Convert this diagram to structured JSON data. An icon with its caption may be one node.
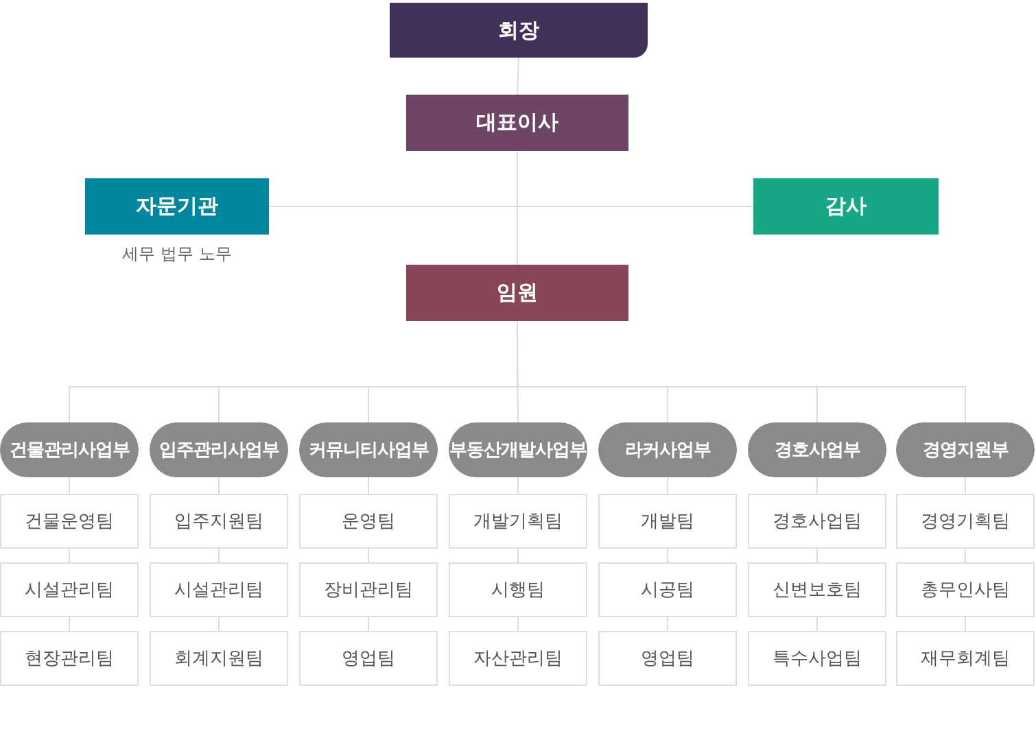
{
  "diagram": {
    "nodes": [
      {
        "text": [
          "회장"
        ]
      },
      {
        "text": [
          "대표이사"
        ]
      },
      {
        "text": [
          "자문기관"
        ],
        "beside": [
          "세무 법무 노무"
        ]
      },
      {
        "text": [
          "감사"
        ]
      },
      {
        "text": [
          "임원"
        ]
      },
      {
        "text": [
          "건물관리사업부"
        ]
      },
      {
        "text": [
          "입주관리사업부"
        ]
      },
      {
        "text": [
          "커뮤니티사업부"
        ]
      },
      {
        "text": [
          "부동산개발사업부"
        ]
      },
      {
        "text": [
          "라커사업부"
        ]
      },
      {
        "text": [
          "경호사업부"
        ]
      },
      {
        "text": [
          "경영지원부"
        ]
      },
      {
        "text": [
          "건물운영팀"
        ]
      },
      {
        "text": [
          "입주지원팀"
        ]
      },
      {
        "text": [
          "운영팀"
        ]
      },
      {
        "text": [
          "개발기획팀"
        ]
      },
      {
        "text": [
          "개발팀"
        ]
      },
      {
        "text": [
          "경호사업팀"
        ]
      },
      {
        "text": [
          "경영기획팀"
        ]
      },
      {
        "text": [
          "시설관리팀"
        ]
      },
      {
        "text": [
          "시설관리팀"
        ]
      },
      {
        "text": [
          "장비관리팀"
        ]
      },
      {
        "text": [
          "시행팀"
        ]
      },
      {
        "text": [
          "시공팀"
        ]
      },
      {
        "text": [
          "신변보호팀"
        ]
      },
      {
        "text": [
          "총무인사팀"
        ]
      },
      {
        "text": [
          "현장관리팀"
        ]
      },
      {
        "text": [
          "회계지원팀"
        ]
      },
      {
        "text": [
          "영업팀"
        ]
      },
      {
        "text": [
          "자산관리팀"
        ]
      },
      {
        "text": [
          "영업팀"
        ]
      },
      {
        "text": [
          "특수사업팀"
        ]
      },
      {
        "text": [
          "재무회계팀"
        ]
      }
    ],
    "edges": [
      {
        "from": 0,
        "to": 1,
        "arrow": "none"
      },
      {
        "from": 1,
        "to": 2,
        "arrow": "none"
      },
      {
        "from": 1,
        "to": 3,
        "arrow": "none"
      },
      {
        "from": 1,
        "to": 4,
        "arrow": "none"
      },
      {
        "from": 4,
        "to": 5,
        "arrow": "none"
      },
      {
        "from": 4,
        "to": 6,
        "arrow": "none"
      },
      {
        "from": 4,
        "to": 7,
        "arrow": "none"
      },
      {
        "from": 4,
        "to": 8,
        "arrow": "none"
      },
      {
        "from": 4,
        "to": 9,
        "arrow": "none"
      },
      {
        "from": 4,
        "to": 10,
        "arrow": "none"
      },
      {
        "from": 4,
        "to": 11,
        "arrow": "none"
      },
      {
        "from": 5,
        "to": 12,
        "arrow": "none"
      },
      {
        "from": 6,
        "to": 13,
        "arrow": "none"
      },
      {
        "from": 7,
        "to": 14,
        "arrow": "none"
      },
      {
        "from": 8,
        "to": 15,
        "arrow": "none"
      },
      {
        "from": 9,
        "to": 16,
        "arrow": "none"
      },
      {
        "from": 10,
        "to": 17,
        "arrow": "none"
      },
      {
        "from": 11,
        "to": 18,
        "arrow": "none"
      },
      {
        "from": 12,
        "to": 19,
        "arrow": "none"
      },
      {
        "from": 13,
        "to": 20,
        "arrow": "none"
      },
      {
        "from": 14,
        "to": 21,
        "arrow": "none"
      },
      {
        "from": 15,
        "to": 22,
        "arrow": "none"
      },
      {
        "from": 16,
        "to": 23,
        "arrow": "none"
      },
      {
        "from": 17,
        "to": 24,
        "arrow": "none"
      },
      {
        "from": 18,
        "to": 25,
        "arrow": "none"
      },
      {
        "from": 19,
        "to": 26,
        "arrow": "none"
      },
      {
        "from": 20,
        "to": 27,
        "arrow": "none"
      },
      {
        "from": 21,
        "to": 28,
        "arrow": "none"
      },
      {
        "from": 22,
        "to": 29,
        "arrow": "none"
      },
      {
        "from": 23,
        "to": 30,
        "arrow": "none"
      },
      {
        "from": 24,
        "to": 31,
        "arrow": "none"
      },
      {
        "from": 25,
        "to": 32,
        "arrow": "none"
      }
    ]
  }
}
